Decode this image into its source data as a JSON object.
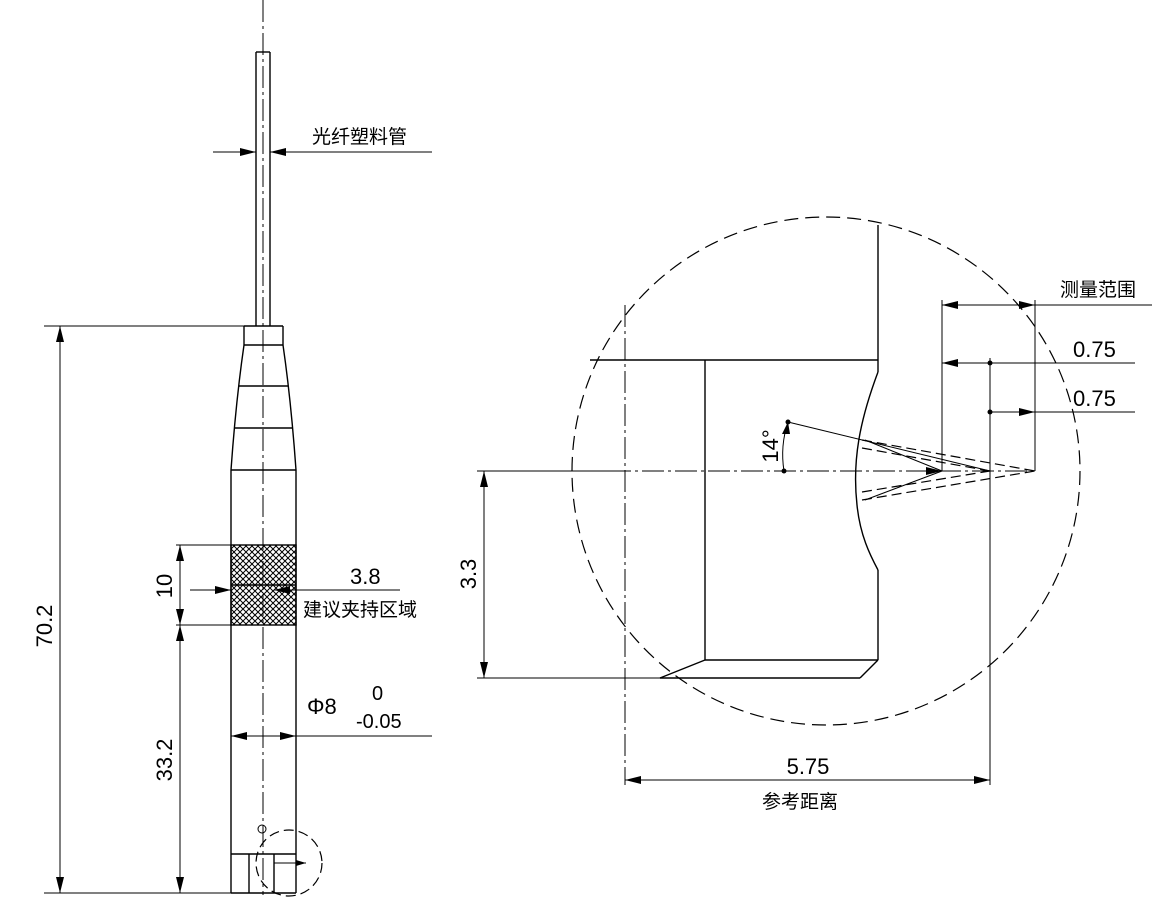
{
  "labels": {
    "optical_fiber_tube": "光纤塑料管",
    "dim_total_length": "70.2",
    "dim_grip_length": "10",
    "dim_lower_length": "33.2",
    "dim_grip_offset": "3.8",
    "grip_area": "建议夹持区域",
    "dim_diameter_prefix": "Φ8",
    "tol_upper": "0",
    "tol_lower": "-0.05",
    "measuring_range": "测量范围",
    "dim_range_a": "0.75",
    "dim_range_b": "0.75",
    "dim_angle": "14°",
    "dim_height": "3.3",
    "dim_reference_distance": "5.75",
    "reference_distance": "参考距离"
  }
}
